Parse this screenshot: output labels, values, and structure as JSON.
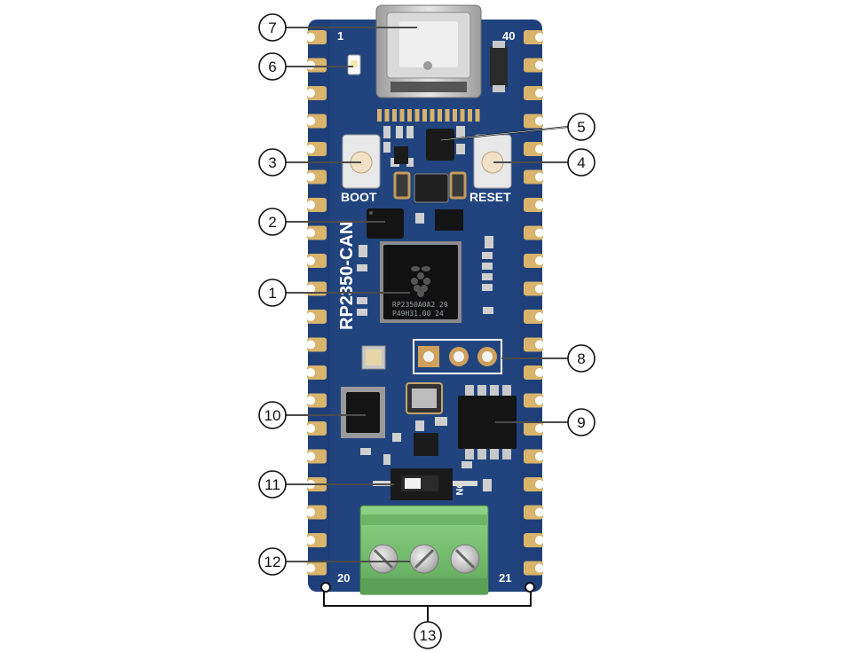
{
  "board": {
    "pin_start": "1",
    "pin_end": "40",
    "pin_bottom_left": "20",
    "pin_bottom_right": "21",
    "boot_label": "BOOT",
    "reset_label": "RESET",
    "model_label": "RP2350-CAN",
    "chip_marking_1": "RP2350A0A2 29",
    "chip_marking_2": "P49H31.00 24",
    "switch_label": "ON",
    "colors": {
      "pcb": "#1e3f7a",
      "pad": "#d8b46c",
      "terminal": "#7cc576"
    }
  },
  "callouts": [
    {
      "label": "1"
    },
    {
      "label": "2"
    },
    {
      "label": "3"
    },
    {
      "label": "4"
    },
    {
      "label": "5"
    },
    {
      "label": "6"
    },
    {
      "label": "7"
    },
    {
      "label": "8"
    },
    {
      "label": "9"
    },
    {
      "label": "10"
    },
    {
      "label": "11"
    },
    {
      "label": "12"
    },
    {
      "label": "13"
    }
  ]
}
